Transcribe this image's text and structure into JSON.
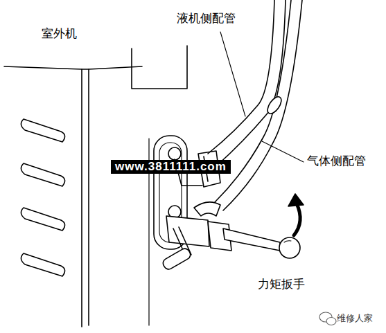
{
  "diagram": {
    "labels": [
      "室外机",
      "液机侧配管",
      "气体侧配管",
      "力矩扳手",
      "www.3811111.com",
      "维修人家"
    ]
  }
}
